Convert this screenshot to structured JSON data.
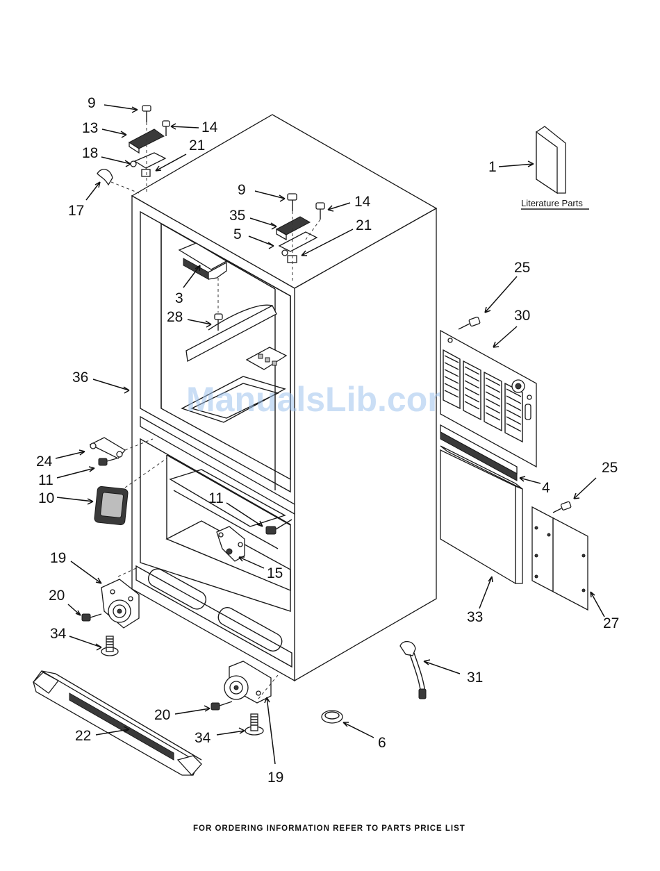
{
  "callouts": [
    {
      "n": "1"
    },
    {
      "n": "3"
    },
    {
      "n": "4"
    },
    {
      "n": "5"
    },
    {
      "n": "6"
    },
    {
      "n": "9"
    },
    {
      "n": "9"
    },
    {
      "n": "10"
    },
    {
      "n": "11"
    },
    {
      "n": "11"
    },
    {
      "n": "13"
    },
    {
      "n": "14"
    },
    {
      "n": "14"
    },
    {
      "n": "15"
    },
    {
      "n": "17"
    },
    {
      "n": "18"
    },
    {
      "n": "19"
    },
    {
      "n": "19"
    },
    {
      "n": "20"
    },
    {
      "n": "20"
    },
    {
      "n": "21"
    },
    {
      "n": "21"
    },
    {
      "n": "22"
    },
    {
      "n": "24"
    },
    {
      "n": "25"
    },
    {
      "n": "25"
    },
    {
      "n": "27"
    },
    {
      "n": "28"
    },
    {
      "n": "30"
    },
    {
      "n": "31"
    },
    {
      "n": "33"
    },
    {
      "n": "34"
    },
    {
      "n": "34"
    },
    {
      "n": "35"
    },
    {
      "n": "36"
    }
  ],
  "literature_label": "Literature Parts",
  "footer": "FOR ORDERING INFORMATION REFER TO PARTS PRICE LIST",
  "watermark": "ManualsLib.com"
}
